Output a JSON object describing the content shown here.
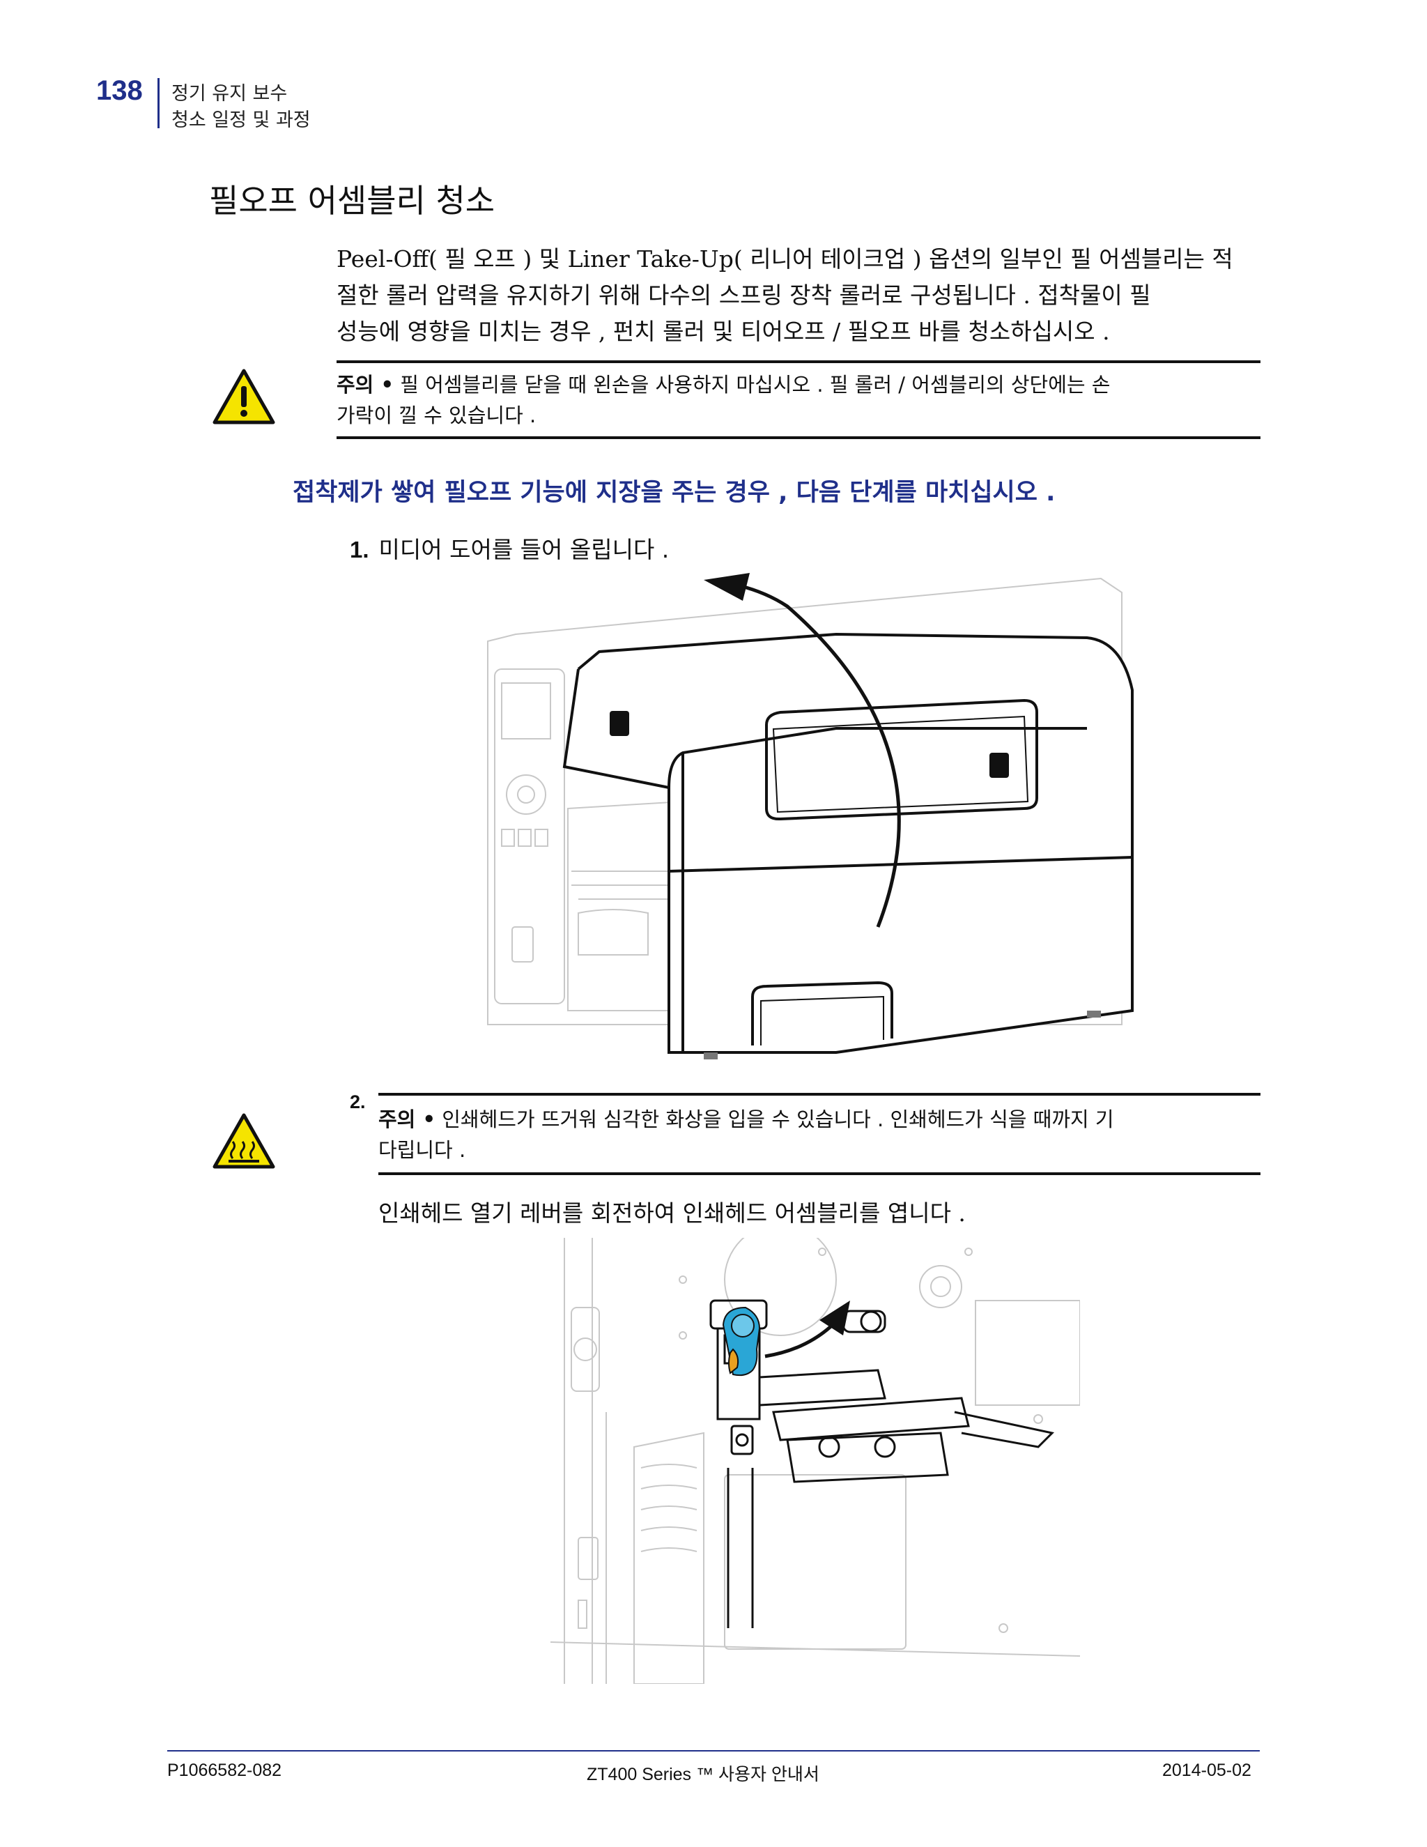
{
  "header": {
    "page_number": "138",
    "chapter": "정기 유지 보수",
    "section": "청소 일정 및 과정"
  },
  "title": "필오프 어셈블리 청소",
  "intro": {
    "line1": "Peel-Off( 필 오프 ) 및 Liner Take-Up( 리니어 테이크업 ) 옵션의 일부인 필 어셈블리는 적",
    "line2": "절한 롤러 압력을 유지하기 위해 다수의 스프링 장착 롤러로 구성됩니다 . 접착물이 필",
    "line3": "성능에 영향을 미치는 경우 , 펀치 롤러 및 티어오프 / 필오프 바를 청소하십시오 ."
  },
  "caution1": {
    "label": "주의 •",
    "line1": "필 어셈블리를 닫을 때 왼손을 사용하지 마십시오 . 필 롤러 / 어셈블리의 상단에는 손",
    "line2": "가락이 낄 수 있습니다 ."
  },
  "subheading": "접착제가 쌓여 필오프 기능에 지장을 주는 경우 , 다음 단계를 마치십시오 .",
  "step1": {
    "number": "1.",
    "text": "미디어 도어를 들어 올립니다 ."
  },
  "step2": {
    "number": "2.",
    "caution_label": "주의 •",
    "caution_line1": "인쇄헤드가 뜨거워 심각한 화상을 입을 수 있습니다 . 인쇄헤드가 식을 때까지 기",
    "caution_line2": "다립니다 .",
    "text": "인쇄헤드 열기 레버를 회전하여 인쇄헤드 어셈블리를 엽니다 ."
  },
  "footer": {
    "doc_id": "P1066582-082",
    "manual": "ZT400 Series ™ 사용자 안내서",
    "date": "2014-05-02"
  },
  "colors": {
    "accent": "#1f2f8a",
    "warning_yellow": "#f5e400",
    "lever_blue": "#2aa6d6"
  },
  "icons": [
    "warning-triangle-icon",
    "hot-surface-icon"
  ]
}
